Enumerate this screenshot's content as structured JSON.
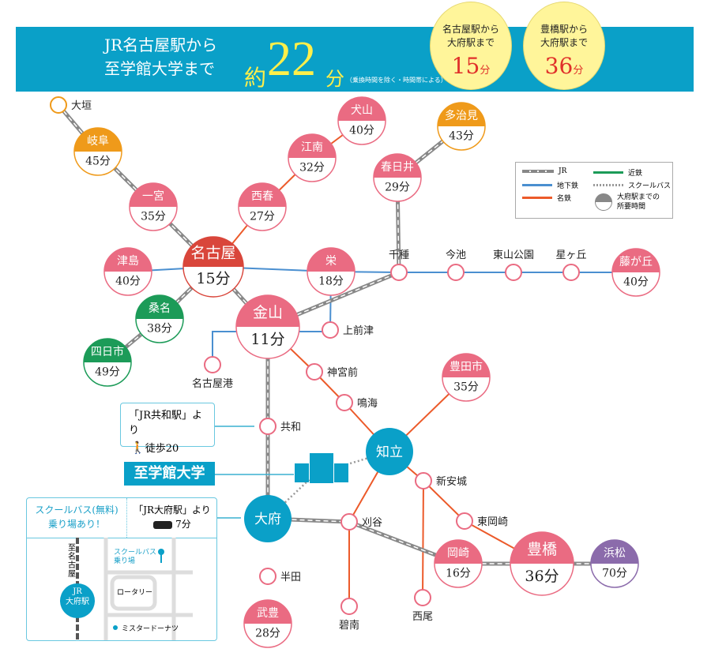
{
  "banner": {
    "line1": "JR名古屋駅から",
    "line2": "至学館大学まで",
    "approx": "約",
    "minutes": "22",
    "unit": "分",
    "note": "（乗換時間を除く・時間帯による）"
  },
  "bubbles": [
    {
      "line1": "名古屋駅から",
      "line2": "大府駅まで",
      "value": "15",
      "unit": "分"
    },
    {
      "line1": "豊橋駅から",
      "line2": "大府駅まで",
      "value": "36",
      "unit": "分"
    }
  ],
  "legend": {
    "jr": "JR",
    "subway": "地下鉄",
    "meitetsu": "名鉄",
    "kintetsu": "近鉄",
    "bus": "スクールバス",
    "time_note1": "大府駅までの",
    "time_note2": "所要時間"
  },
  "colors": {
    "header": "#0aa0c8",
    "pink": "#ea6b82",
    "orange": "#ef9a1a",
    "red": "#d9463b",
    "green": "#1c9b58",
    "blue": "#0aa0c8",
    "purple": "#8b6bab",
    "meitetsu": "#ec5a2a",
    "subway": "#4a8fd0"
  },
  "stations": [
    {
      "name": "大垣"
    },
    {
      "name": "岐阜",
      "time": "45分"
    },
    {
      "name": "一宮",
      "time": "35分"
    },
    {
      "name": "名古屋",
      "time": "15分"
    },
    {
      "name": "西春",
      "time": "27分"
    },
    {
      "name": "江南",
      "time": "32分"
    },
    {
      "name": "犬山",
      "time": "40分"
    },
    {
      "name": "春日井",
      "time": "29分"
    },
    {
      "name": "多治見",
      "time": "43分"
    },
    {
      "name": "津島",
      "time": "40分"
    },
    {
      "name": "桑名",
      "time": "38分"
    },
    {
      "name": "四日市",
      "time": "49分"
    },
    {
      "name": "栄",
      "time": "18分"
    },
    {
      "name": "金山",
      "time": "11分"
    },
    {
      "name": "千種"
    },
    {
      "name": "今池"
    },
    {
      "name": "東山公園"
    },
    {
      "name": "星ヶ丘"
    },
    {
      "name": "藤が丘",
      "time": "40分"
    },
    {
      "name": "上前津"
    },
    {
      "name": "名古屋港"
    },
    {
      "name": "神宮前"
    },
    {
      "name": "鳴海"
    },
    {
      "name": "知立"
    },
    {
      "name": "豊田市",
      "time": "35分"
    },
    {
      "name": "新安城"
    },
    {
      "name": "東岡崎"
    },
    {
      "name": "岡崎",
      "time": "16分"
    },
    {
      "name": "豊橋",
      "time": "36分"
    },
    {
      "name": "浜松",
      "time": "70分"
    },
    {
      "name": "刈谷"
    },
    {
      "name": "碧南"
    },
    {
      "name": "西尾"
    },
    {
      "name": "共和"
    },
    {
      "name": "大府"
    },
    {
      "name": "半田"
    },
    {
      "name": "武豊",
      "time": "28分"
    }
  ],
  "kyowa_callout": {
    "line1": "「JR共和駅」より",
    "walk": "徒歩20"
  },
  "school_name": "至学館大学",
  "bus_callout": {
    "left1": "スクールバス(無料)",
    "left2": "乗り場あり！",
    "right1": "「JR大府駅」より",
    "right2": "7分"
  },
  "mini_map": {
    "to_nagoya": "至名古屋",
    "station1": "JR",
    "station2": "大府駅",
    "bus_stop1": "スクールバス",
    "bus_stop2": "乗り場",
    "rotary": "ロータリー",
    "donut": "ミスタードーナツ"
  }
}
